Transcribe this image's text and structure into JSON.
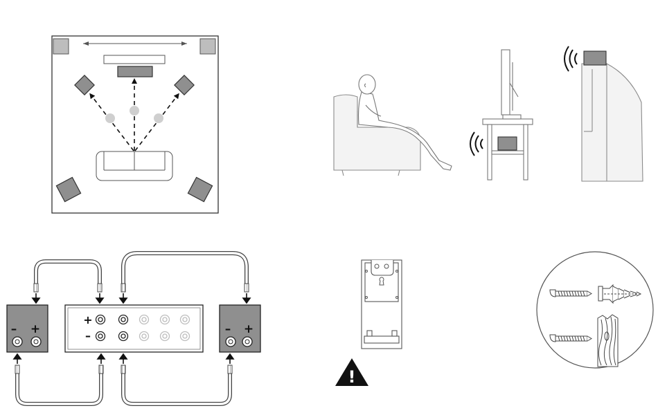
{
  "figure": {
    "kind": "speaker installation and wiring guide",
    "panels": [
      "room-layout",
      "listening-position",
      "speaker-wiring",
      "wall-bracket",
      "mounting-hardware"
    ]
  },
  "terminals": {
    "left_speaker": {
      "minus": "–",
      "plus": "+"
    },
    "right_speaker": {
      "minus": "–",
      "plus": "+"
    },
    "receiver": {
      "plus": "+",
      "minus": "–"
    }
  },
  "warning": {
    "symbol": "!"
  },
  "colors": {
    "line": "#4a4a4a",
    "speaker_fill": "#8f8f8f",
    "surround_fill": "#cfcfcf",
    "furniture_fill": "#f3f3f3",
    "dim_terminal": "#bdbdbd",
    "icon_black": "#111111"
  },
  "icons": [
    "sound-wave-icon",
    "arrow-icon",
    "warning-triangle-icon",
    "screw-icon",
    "wall-anchor-icon",
    "wood-grain-icon",
    "keyhole-icon"
  ]
}
